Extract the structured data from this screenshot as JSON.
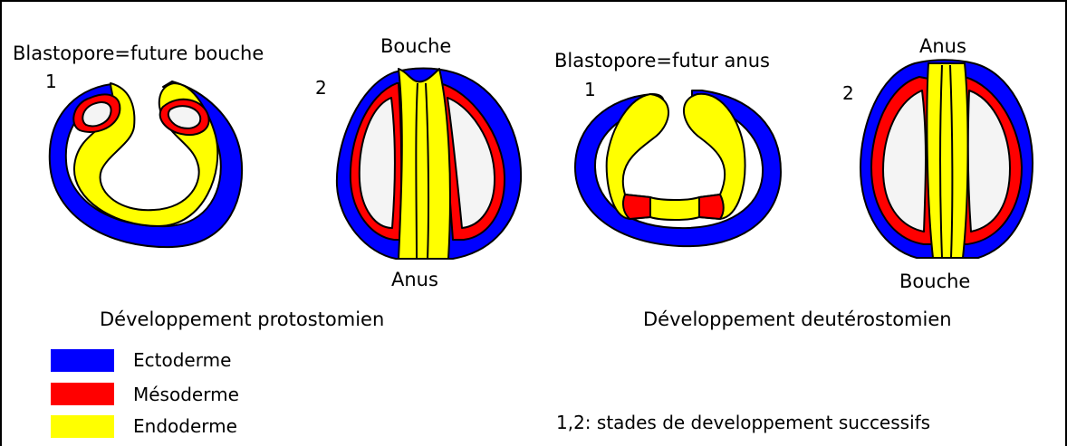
{
  "colors": {
    "ectoderme": "#0000ff",
    "mesoderme": "#ff0000",
    "endoderme": "#ffff00",
    "cavity": "#f4f4f4",
    "outline": "#000000"
  },
  "protostome": {
    "stage1": {
      "number": "1",
      "label": "Blastopore=future bouche"
    },
    "stage2": {
      "number": "2",
      "top_label": "Bouche",
      "bottom_label": "Anus"
    },
    "title": "Développement protostomien"
  },
  "deuterostome": {
    "stage1": {
      "number": "1",
      "label": "Blastopore=futur anus"
    },
    "stage2": {
      "number": "2",
      "top_label": "Anus",
      "bottom_label": "Bouche"
    },
    "title": "Développement deutérostomien"
  },
  "legend": {
    "items": [
      {
        "label": "Ectoderme",
        "color": "#0000ff"
      },
      {
        "label": "Mésoderme",
        "color": "#ff0000"
      },
      {
        "label": "Endoderme",
        "color": "#ffff00"
      }
    ]
  },
  "note": "1,2: stades de developpement successifs"
}
